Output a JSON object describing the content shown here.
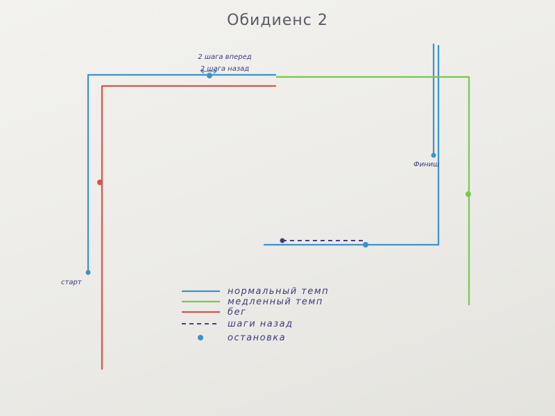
{
  "title": "Обидиенс 2",
  "labels": {
    "start": "старт",
    "finish": "Финиш",
    "steps_forward": "2 шага вперед",
    "steps_back": "2 шага назад"
  },
  "legend": [
    {
      "label": "нормальный темп",
      "color": "#3b93c9",
      "style": "line"
    },
    {
      "label": "медленный темп",
      "color": "#79c64c",
      "style": "line"
    },
    {
      "label": "бег",
      "color": "#d9534a",
      "style": "line"
    },
    {
      "label": "шаги назад",
      "color": "#4a3a86",
      "style": "dashed"
    },
    {
      "label": "остановка",
      "color": "#3b93c9",
      "style": "dot"
    }
  ],
  "colors": {
    "normal": "#3b93c9",
    "slow": "#79c64c",
    "run": "#d9534a",
    "back": "#4a3a86",
    "stop": "#3b93c9"
  }
}
